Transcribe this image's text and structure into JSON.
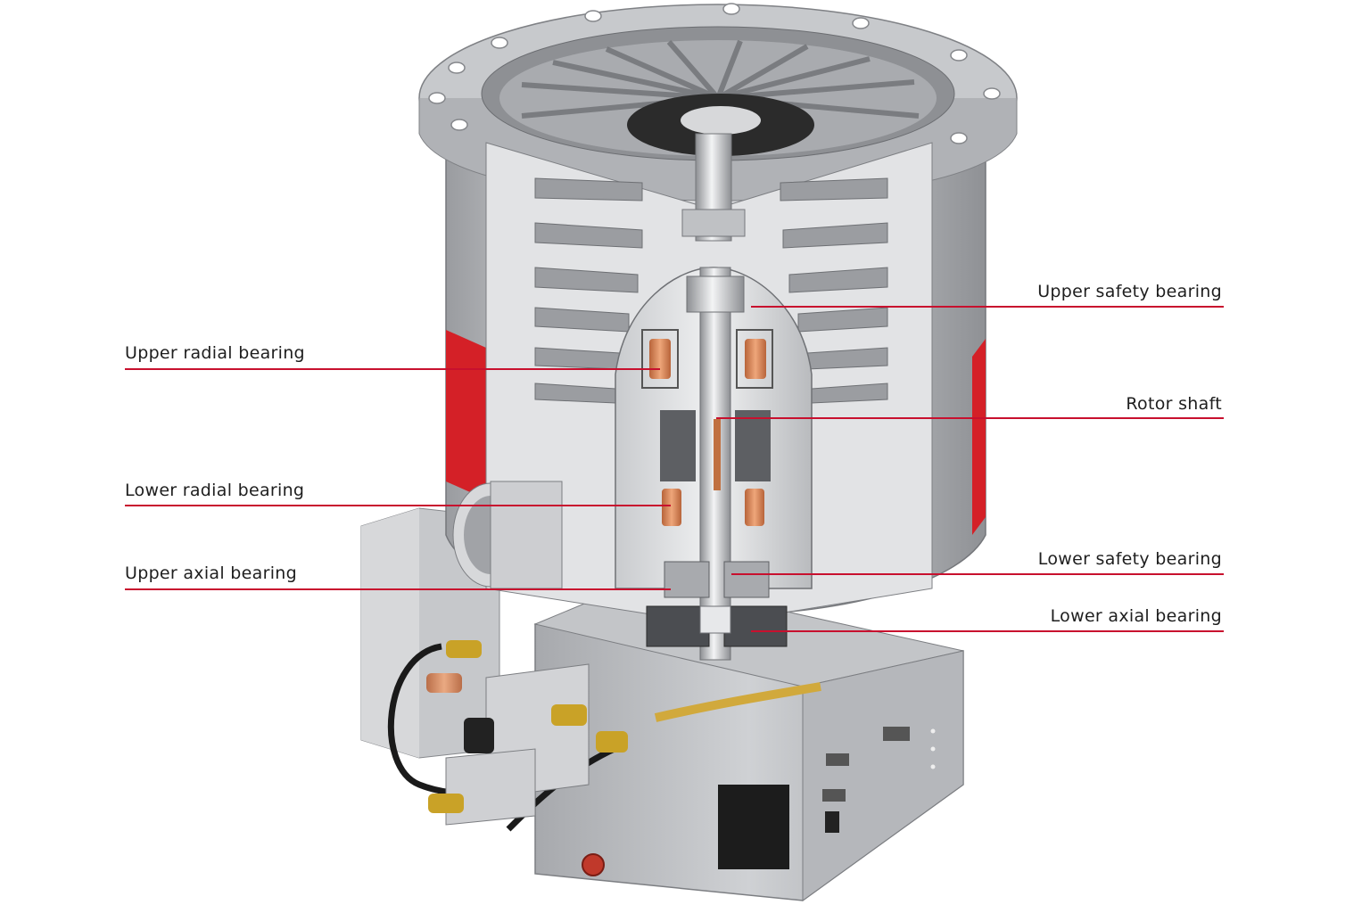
{
  "colors": {
    "leader_line": "#c8102e",
    "housing_red": "#d42027",
    "metal_light": "#d9dadc",
    "metal_mid": "#b4b6b9",
    "metal_dark": "#8a8c90",
    "coil_copper": "#d98b5f",
    "brass": "#c9a227"
  },
  "labels": {
    "upper_safety_bearing": "Upper safety bearing",
    "upper_radial_bearing": "Upper radial bearing",
    "rotor_shaft": "Rotor shaft",
    "lower_radial_bearing": "Lower radial bearing",
    "upper_axial_bearing": "Upper axial bearing",
    "lower_safety_bearing": "Lower safety bearing",
    "lower_axial_bearing": "Lower axial bearing"
  }
}
